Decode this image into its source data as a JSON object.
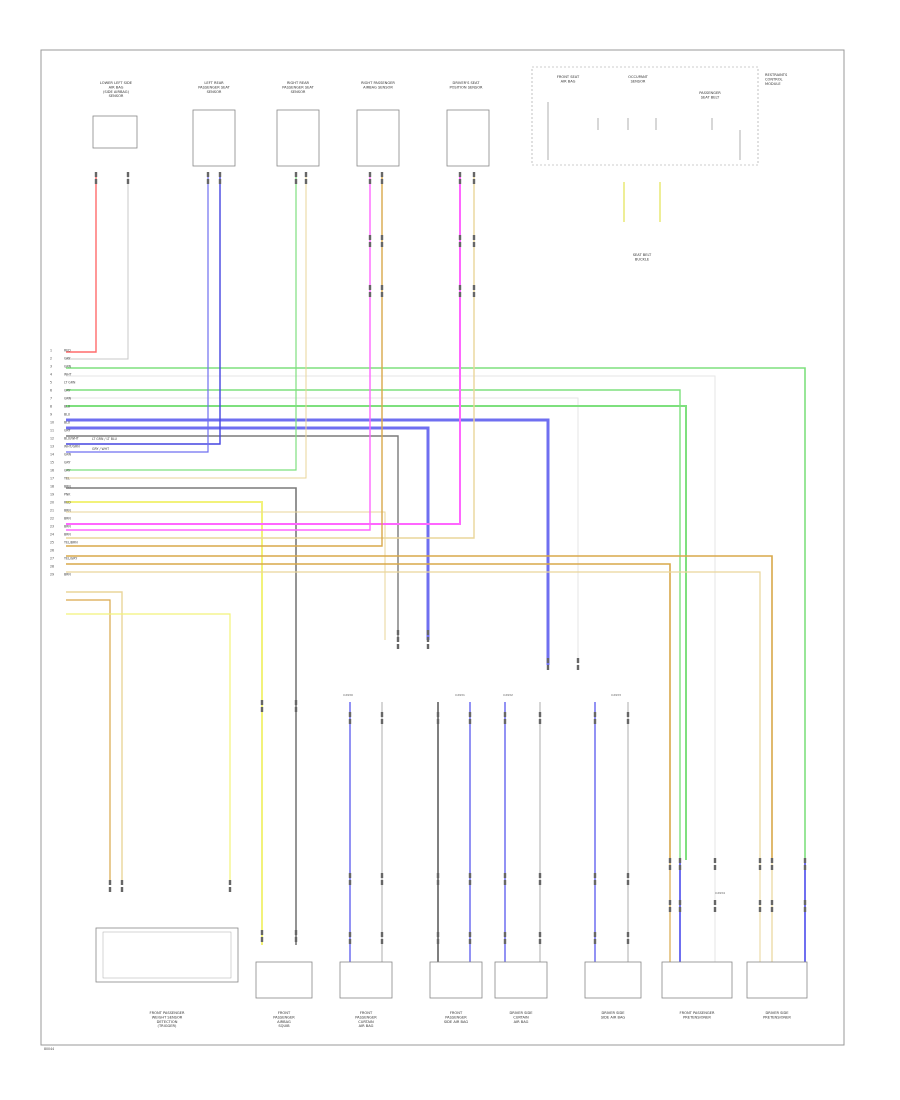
{
  "top_components": [
    {
      "key": "t1",
      "lines": [
        "LOWER LEFT SIDE",
        "AIR BAG",
        "(SIDE AIRBAG)",
        "SENSOR"
      ]
    },
    {
      "key": "t2",
      "lines": [
        "LEFT REAR",
        "PASSENGER SEAT",
        "SENSOR"
      ]
    },
    {
      "key": "t3",
      "lines": [
        "RIGHT REAR",
        "PASSENGER SEAT",
        "SENSOR"
      ]
    },
    {
      "key": "t4",
      "lines": [
        "RIGHT PASSENGER",
        "AIRBAG SENSOR"
      ]
    },
    {
      "key": "t5",
      "lines": [
        "DRIVER'S SEAT",
        "POSITION SENSOR"
      ]
    }
  ],
  "inset": {
    "items": [
      {
        "lines": [
          "FRONT SEAT",
          "AIR BAG"
        ]
      },
      {
        "lines": [
          "OCCUPANT",
          "SENSOR"
        ]
      },
      {
        "lines": [
          "PASSENGER",
          "SEAT BELT"
        ]
      }
    ],
    "side_label": [
      "RESTRAINTS",
      "CONTROL",
      "MODULE"
    ],
    "ground_label": [
      "SEAT BELT",
      "BUCKLE"
    ]
  },
  "bottom_components": [
    {
      "key": "b1",
      "lines": [
        "FRONT PASSENGER",
        "WEIGHT SENSOR",
        "DETECTION",
        "(TRIGGER)"
      ]
    },
    {
      "key": "b2",
      "lines": [
        "FRONT",
        "PASSENGER",
        "AIRBAG",
        "SQUIB"
      ]
    },
    {
      "key": "b3",
      "lines": [
        "FRONT",
        "PASSENGER",
        "CURTAIN",
        "AIR BAG"
      ]
    },
    {
      "key": "b4",
      "lines": [
        "FRONT",
        "PASSENGER",
        "SIDE AIR BAG"
      ]
    },
    {
      "key": "b5",
      "lines": [
        "DRIVER SIDE",
        "CURTAIN",
        "AIR BAG"
      ]
    },
    {
      "key": "b6",
      "lines": [
        "DRIVER SIDE",
        "SIDE AIR BAG"
      ]
    },
    {
      "key": "b7",
      "lines": [
        "FRONT PASSENGER",
        "PRETENSIONER"
      ]
    },
    {
      "key": "b8",
      "lines": [
        "DRIVER SIDE",
        "PRETENSIONER"
      ]
    }
  ],
  "module_pins": [
    "RED",
    "GRY",
    "GRN",
    "WHT",
    "LT GRN",
    "GRY",
    "GRN",
    "BLU",
    "BLU",
    "BLU",
    "GRY",
    "BLU/WHT",
    "WHT/GRN",
    "GRN",
    "GRY",
    "GRY",
    "YEL",
    "BRN",
    "PNK",
    "RED",
    "BRN",
    "BRN",
    "BRN",
    "BRN",
    "YEL/BRN",
    "",
    "YEL/GRY",
    "",
    "BRN"
  ],
  "splice_labels": [
    "LT GRN / LT BLU",
    "GRY / WHT"
  ],
  "connector_labels": [
    "C2930",
    "C2931",
    "C2932",
    "C2933",
    "C2934"
  ],
  "footer": "80044"
}
